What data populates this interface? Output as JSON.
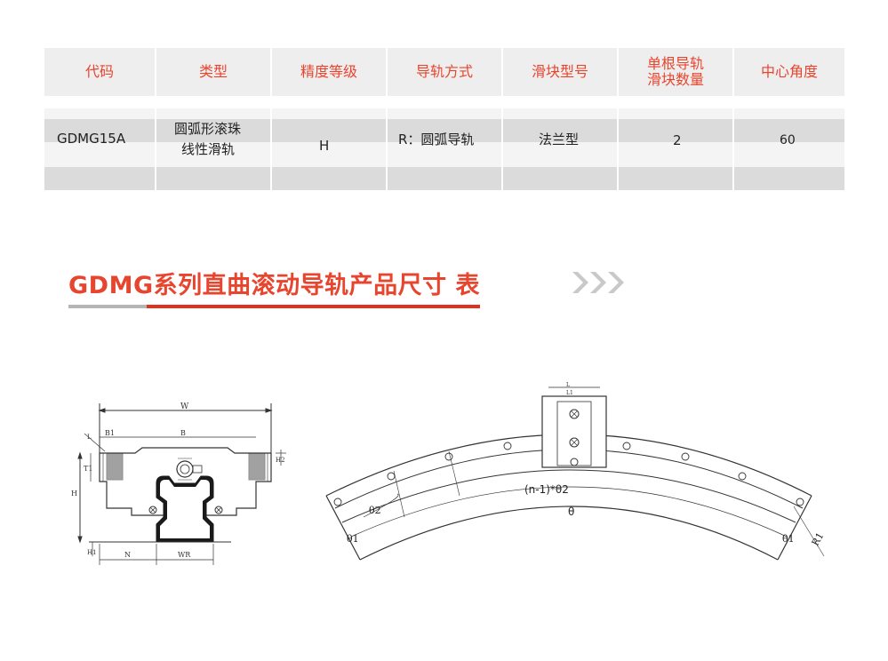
{
  "table": {
    "headers": [
      "代码",
      "类型",
      "精度等级",
      "导轨方式",
      "滑块型号",
      "单根导轨\n滑块数量",
      "中心角度"
    ],
    "row": {
      "code": "GDMG15A",
      "type_line1": "圆弧形滚珠",
      "type_line2": "线性滑轨",
      "precision": "H",
      "rail_mode": "R：圆弧导轨",
      "block_model": "法兰型",
      "block_qty": "2",
      "center_angle": "60"
    }
  },
  "section": {
    "title": "GDMG系列直曲滚动导轨产品尺寸 表"
  },
  "drawing_left": {
    "labels": {
      "W": "W",
      "B1": "B1",
      "B": "B",
      "T1": "T1",
      "H": "H",
      "H2": "H2",
      "H1": "H1",
      "N": "N",
      "WR": "WR",
      "L": "L"
    }
  },
  "drawing_right": {
    "labels": {
      "n_minus_1_theta2": "(n-1)*θ2",
      "theta": "θ",
      "theta2": "θ2",
      "theta1_left": "θ1",
      "theta1_right": "θ1",
      "R1": "R1",
      "L": "L",
      "L1": "L1"
    }
  },
  "colors": {
    "accent": "#e8452f",
    "underline_red": "#e0321c",
    "underline_gray": "#b5b5b5",
    "header_bg": "#efeeee",
    "stripe_dark": "#dcdbdb"
  }
}
